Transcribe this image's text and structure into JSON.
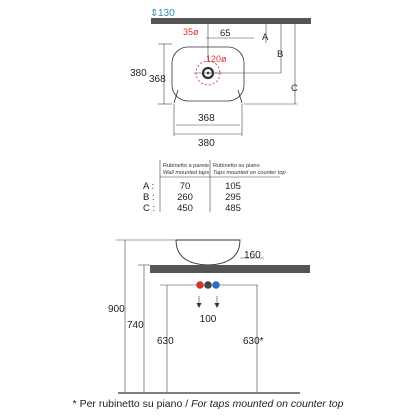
{
  "top_view": {
    "clearance_label": "130",
    "clearance_color": "#3a8fb0",
    "offset_left_label": "35",
    "offset_left_symbol": "ø",
    "offset_right_label": "65",
    "drain_label": "120",
    "drain_symbol": "ø",
    "drain_color": "#d6332b",
    "height_outer_label": "380",
    "height_inner_label": "368",
    "width_inner_label": "368",
    "width_outer_label": "380",
    "letter_a": "A",
    "letter_b": "B",
    "letter_c": "C"
  },
  "table": {
    "header_wall_line1": "Rubinetto a parete",
    "header_wall_line2": "Wall mounted taps",
    "header_counter_line1": "Rubinetto su piano",
    "header_counter_line2": "Taps mounted on counter top",
    "rows": [
      {
        "label": "A :",
        "wall": "70",
        "counter": "105"
      },
      {
        "label": "B :",
        "wall": "260",
        "counter": "295"
      },
      {
        "label": "C :",
        "wall": "450",
        "counter": "485"
      }
    ]
  },
  "side_view": {
    "counter_label": "160",
    "spacing_label": "100",
    "height_900": "900",
    "height_740": "740",
    "height_630": "630",
    "height_630_star": "630*",
    "hot_color": "#d6332b",
    "cold_color": "#2a6fc9",
    "drain_color": "#444444"
  },
  "footnote": {
    "text_it": "* Per rubinetto su piano / ",
    "text_en": "For taps mounted on counter top"
  }
}
